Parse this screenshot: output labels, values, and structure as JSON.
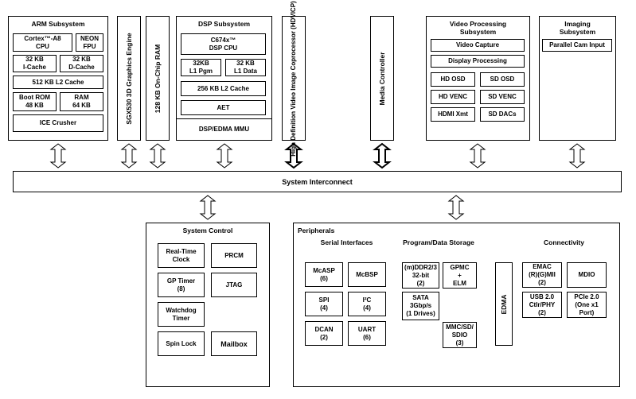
{
  "arm": {
    "title": "ARM Subsystem",
    "cpu": "Cortex™-A8\nCPU",
    "neon": "NEON\nFPU",
    "icache": "32 KB\nI-Cache",
    "dcache": "32 KB\nD-Cache",
    "l2": "512 KB L2 Cache",
    "rom": "Boot ROM\n48 KB",
    "ram": "RAM\n64 KB",
    "ice": "ICE Crusher"
  },
  "sgx": "SGX530 3D Graphics Engine",
  "onchip_ram": "128 KB On-Chip RAM",
  "dsp": {
    "title": "DSP Subsystem",
    "cpu": "C674x™\nDSP CPU",
    "l1p": "32KB\nL1 Pgm",
    "l1d": "32 KB\nL1 Data",
    "l2": "256 KB L2 Cache",
    "aet": "AET",
    "mmu": "DSP/EDMA MMU"
  },
  "hdvicp": "High Definition Video Image\nCoprocessor (HDVICP)",
  "media": "Media Controller",
  "video": {
    "title": "Video Processing\nSubsystem",
    "capture": "Video Capture",
    "display": "Display Processing",
    "hd_osd": "HD OSD",
    "sd_osd": "SD OSD",
    "hd_venc": "HD VENC",
    "sd_venc": "SD VENC",
    "hdmi": "HDMI Xmt",
    "sd_dacs": "SD DACs"
  },
  "imaging": {
    "title": "Imaging\nSubsystem",
    "cam": "Parallel Cam Input"
  },
  "interconnect": "System Interconnect",
  "sysctrl": {
    "title": "System Control",
    "rtc": "Real-Time\nClock",
    "prcm": "PRCM",
    "gptimer": "GP Timer\n(8)",
    "jtag": "JTAG",
    "watchdog": "Watchdog\nTimer",
    "spinlock": "Spin Lock",
    "mailbox": "Mailbox"
  },
  "periph": {
    "title": "Peripherals",
    "serial_title": "Serial Interfaces",
    "mcasp": "McASP\n(6)",
    "mcbsp": "McBSP",
    "spi": "SPI\n(4)",
    "i2c": "I²C\n(4)",
    "dcan": "DCAN\n(2)",
    "uart": "UART\n(6)",
    "storage_title": "Program/Data Storage",
    "ddr": "(m)DDR2/3\n32-bit\n(2)",
    "gpmc": "GPMC\n+\nELM",
    "sata": "SATA\n3Gbp/s\n(1 Drives)",
    "mmc": "MMC/SD/\nSDIO\n(3)",
    "edma": "EDMA",
    "conn_title": "Connectivity",
    "emac": "EMAC\n(R)(G)MII\n(2)",
    "mdio": "MDIO",
    "usb": "USB 2.0\nCtlr/PHY\n(2)",
    "pcie": "PCIe 2.0\n(One x1\nPort)"
  }
}
